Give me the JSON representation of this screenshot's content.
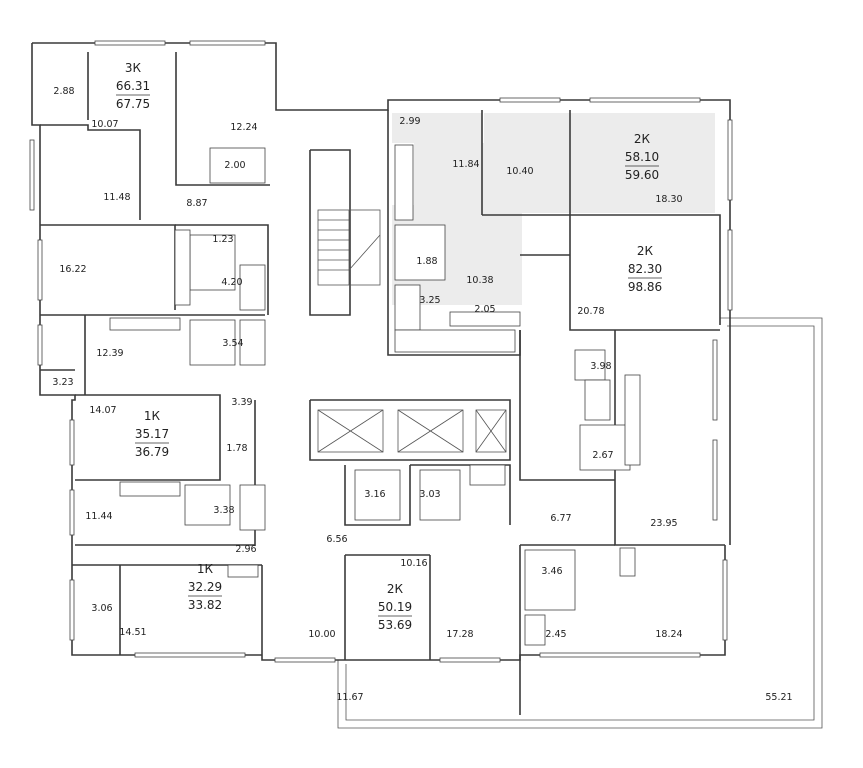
{
  "apartments": [
    {
      "id": "a3k",
      "type": "3К",
      "living": "66.31",
      "total": "67.75"
    },
    {
      "id": "a2k-top",
      "type": "2К",
      "living": "58.10",
      "total": "59.60"
    },
    {
      "id": "a2k-right",
      "type": "2К",
      "living": "82.30",
      "total": "98.86"
    },
    {
      "id": "a1k-mid",
      "type": "1К",
      "living": "35.17",
      "total": "36.79"
    },
    {
      "id": "a1k-bottom",
      "type": "1К",
      "living": "32.29",
      "total": "33.82"
    },
    {
      "id": "a2k-bottom",
      "type": "2К",
      "living": "50.19",
      "total": "53.69"
    }
  ],
  "rooms": [
    "2.88",
    "10.07",
    "12.24",
    "2.00",
    "11.48",
    "8.87",
    "1.23",
    "16.22",
    "4.20",
    "12.39",
    "3.54",
    "3.23",
    "3.39",
    "14.07",
    "1.78",
    "11.44",
    "3.38",
    "2.96",
    "3.06",
    "14.51",
    "10.00",
    "6.56",
    "10.16",
    "17.28",
    "11.67",
    "3.16",
    "3.03",
    "2.99",
    "11.84",
    "10.40",
    "18.30",
    "1.88",
    "10.38",
    "3.25",
    "2.05",
    "20.78",
    "3.98",
    "2.67",
    "6.77",
    "23.95",
    "3.46",
    "2.45",
    "18.24",
    "55.21"
  ]
}
